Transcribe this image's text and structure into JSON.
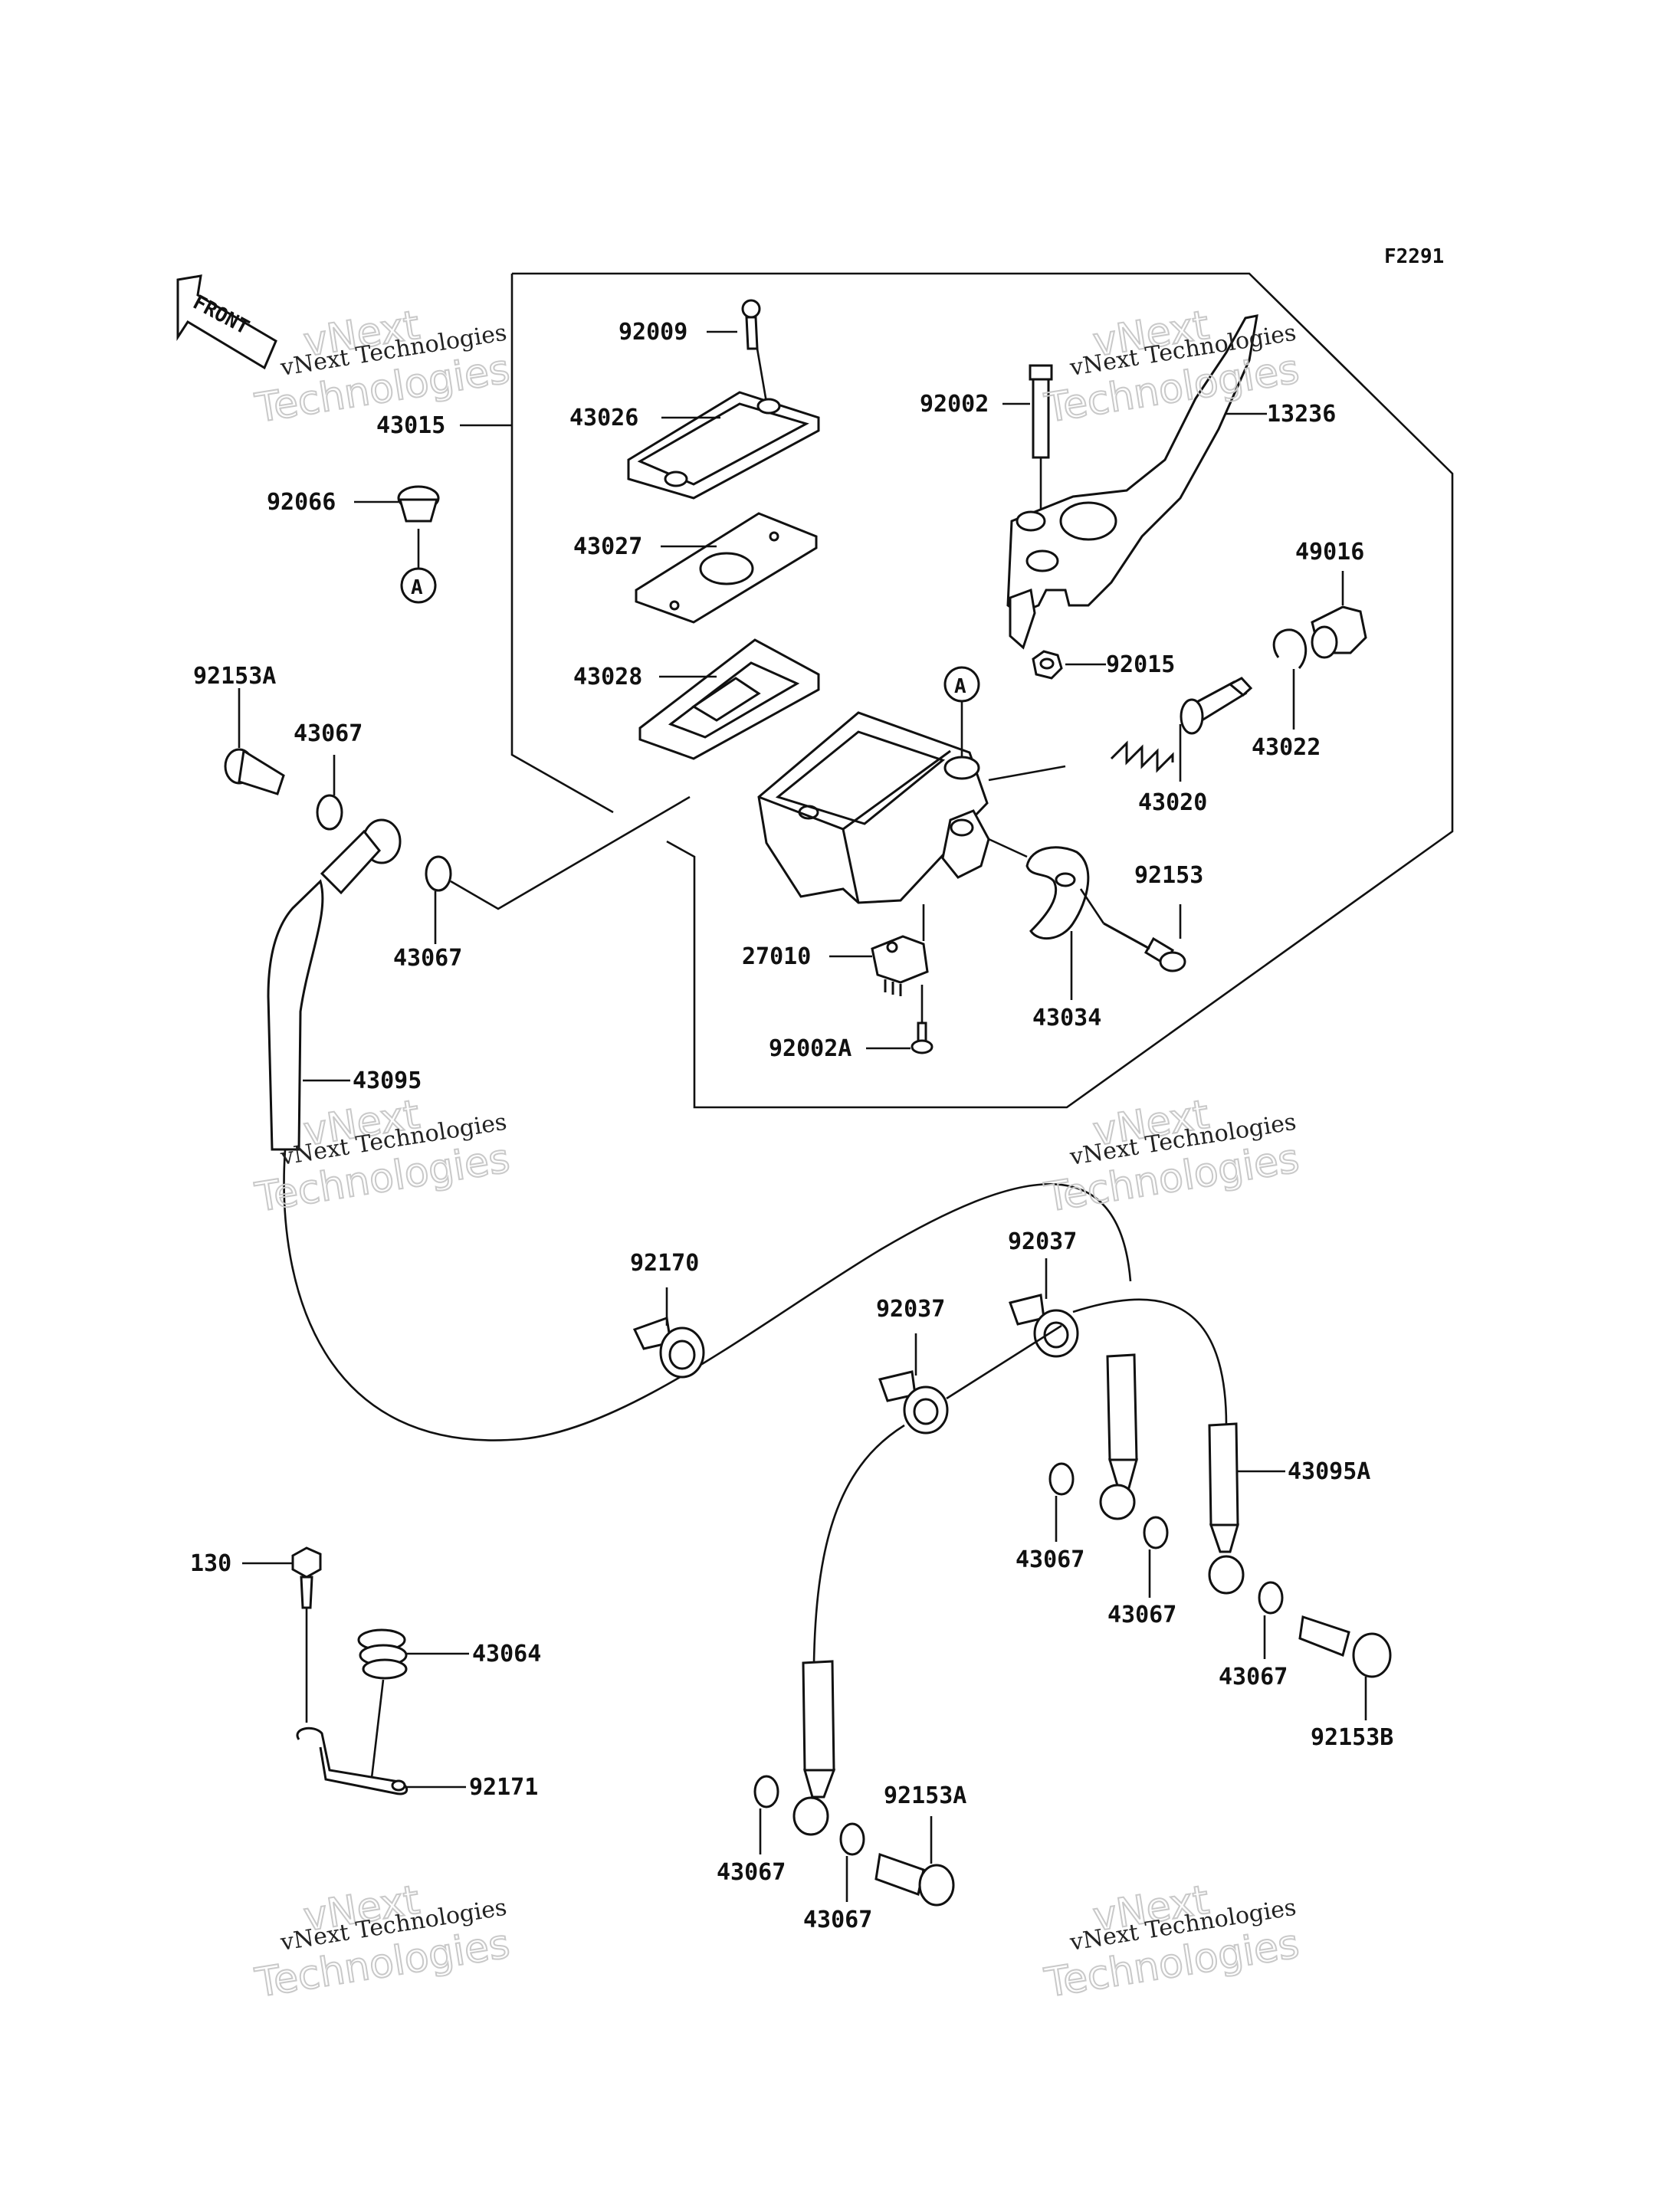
{
  "figure_code": "F2291",
  "front_label": "FRONT",
  "ref_a": "A",
  "watermark": {
    "line1": "vNext Technologies",
    "line2": "vNext",
    "line3": "Technologies"
  },
  "parts": {
    "p92009": "92009",
    "p43026": "43026",
    "p43015": "43015",
    "p92066": "92066",
    "p43027": "43027",
    "p43028": "43028",
    "p92002": "92002",
    "p13236": "13236",
    "p49016": "49016",
    "p92015": "92015",
    "p43022": "43022",
    "p43020": "43020",
    "p92153A_top": "92153A",
    "p43067_a": "43067",
    "p43067_b": "43067",
    "p92153": "92153",
    "p27010": "27010",
    "p43034": "43034",
    "p92002A": "92002A",
    "p43095": "43095",
    "p92170": "92170",
    "p92037_a": "92037",
    "p92037_b": "92037",
    "p43095A": "43095A",
    "p43067_c": "43067",
    "p43067_d": "43067",
    "p43067_e": "43067",
    "p92153B": "92153B",
    "p130": "130",
    "p43064": "43064",
    "p92171": "92171",
    "p43067_f": "43067",
    "p43067_g": "43067",
    "p92153A_bot": "92153A"
  }
}
